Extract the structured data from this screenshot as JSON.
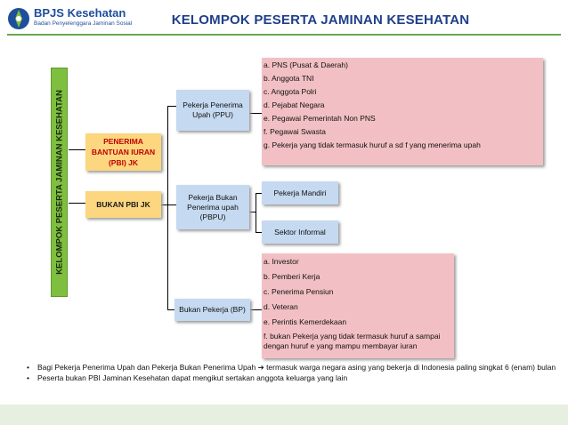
{
  "logo": {
    "name": "BPJS Kesehatan",
    "tagline": "Badan Penyelenggara Jaminan Sosial"
  },
  "title": "KELOMPOK  PESERTA  JAMINAN  KESEHATAN",
  "vertical_label": "KELOMPOK PESERTA JAMINAN KESEHATAN",
  "groups": {
    "pbi": "PENERIMA BANTUAN IURAN (PBI) JK",
    "non_pbi": "BUKAN PBI JK"
  },
  "categories": {
    "ppu": "Pekerja Penerima Upah (PPU)",
    "pbpu": "Pekerja Bukan Penerima upah (PBPU)",
    "bp": "Bukan Pekerja (BP)"
  },
  "ppu_list": [
    "a. PNS (Pusat & Daerah)",
    "b. Anggota TNI",
    "c. Anggota Polri",
    "d. Pejabat Negara",
    "e. Pegawai Pemerintah Non PNS",
    "f. Pegawai Swasta",
    "g. Pekerja yang tidak termasuk huruf a sd f yang menerima upah"
  ],
  "pbpu_list": {
    "mandiri": "Pekerja Mandiri",
    "informal": "Sektor Informal"
  },
  "bp_list": [
    "a. Investor",
    "b. Pemberi Kerja",
    "c. Penerima Pensiun",
    "d. Veteran",
    "e. Perintis Kemerdekaan",
    "f. bukan Pekerja yang tidak termasuk huruf a sampai dengan huruf e yang mampu membayar iuran"
  ],
  "notes": [
    "Bagi Pekerja Penerima Upah dan Pekerja Bukan Penerima Upah ➔ termasuk warga negara asing yang bekerja di Indonesia paling singkat 6 (enam) bulan",
    "Peserta bukan PBI Jaminan Kesehatan dapat mengikut sertakan anggota keluarga yang lain"
  ],
  "colors": {
    "title": "#1e3f8a",
    "green": "#7fbf3f",
    "pink": "#f2c0c4",
    "yellow": "#fcd77f",
    "blue": "#c5d9f1"
  }
}
